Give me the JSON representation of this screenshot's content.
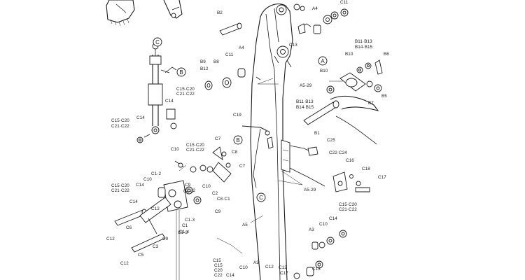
{
  "diagram": {
    "callouts": [
      "C",
      "B",
      "A",
      "B",
      "C"
    ],
    "labels": [
      "B2",
      "A4",
      "C11",
      "C13",
      "B9",
      "B12",
      "B8",
      "C11",
      "A4",
      "A5-29",
      "B11·B13",
      "B14·B15",
      "B10",
      "B10",
      "B6",
      "B5",
      "B7",
      "B11·B13",
      "B14·B15",
      "B1",
      "C19",
      "C25",
      "C22·C24",
      "C16",
      "C18",
      "C17",
      "A5-29",
      "C15·C20",
      "C21·C22",
      "C14",
      "C15·C20",
      "C21·C22",
      "C14",
      "C10",
      "C15·C20",
      "C21·C22",
      "C7",
      "C8",
      "C7",
      "C1-2",
      "C10",
      "C14",
      "C12",
      "C9",
      "C1-2",
      "C10",
      "C2",
      "C8·C1",
      "C15·C20",
      "C21·C22",
      "C14",
      "C1",
      "C1-4",
      "C1-3",
      "C9",
      "C6",
      "C12",
      "C9",
      "C3",
      "C12",
      "C5",
      "A5",
      "A3",
      "C10",
      "C14",
      "C15·C20",
      "C21·C22",
      "C15",
      "C20",
      "C22",
      "A3",
      "C10",
      "C12",
      "C14",
      "C12",
      "C13",
      "C1-3",
      "C1-2",
      "C15",
      "C17"
    ]
  }
}
